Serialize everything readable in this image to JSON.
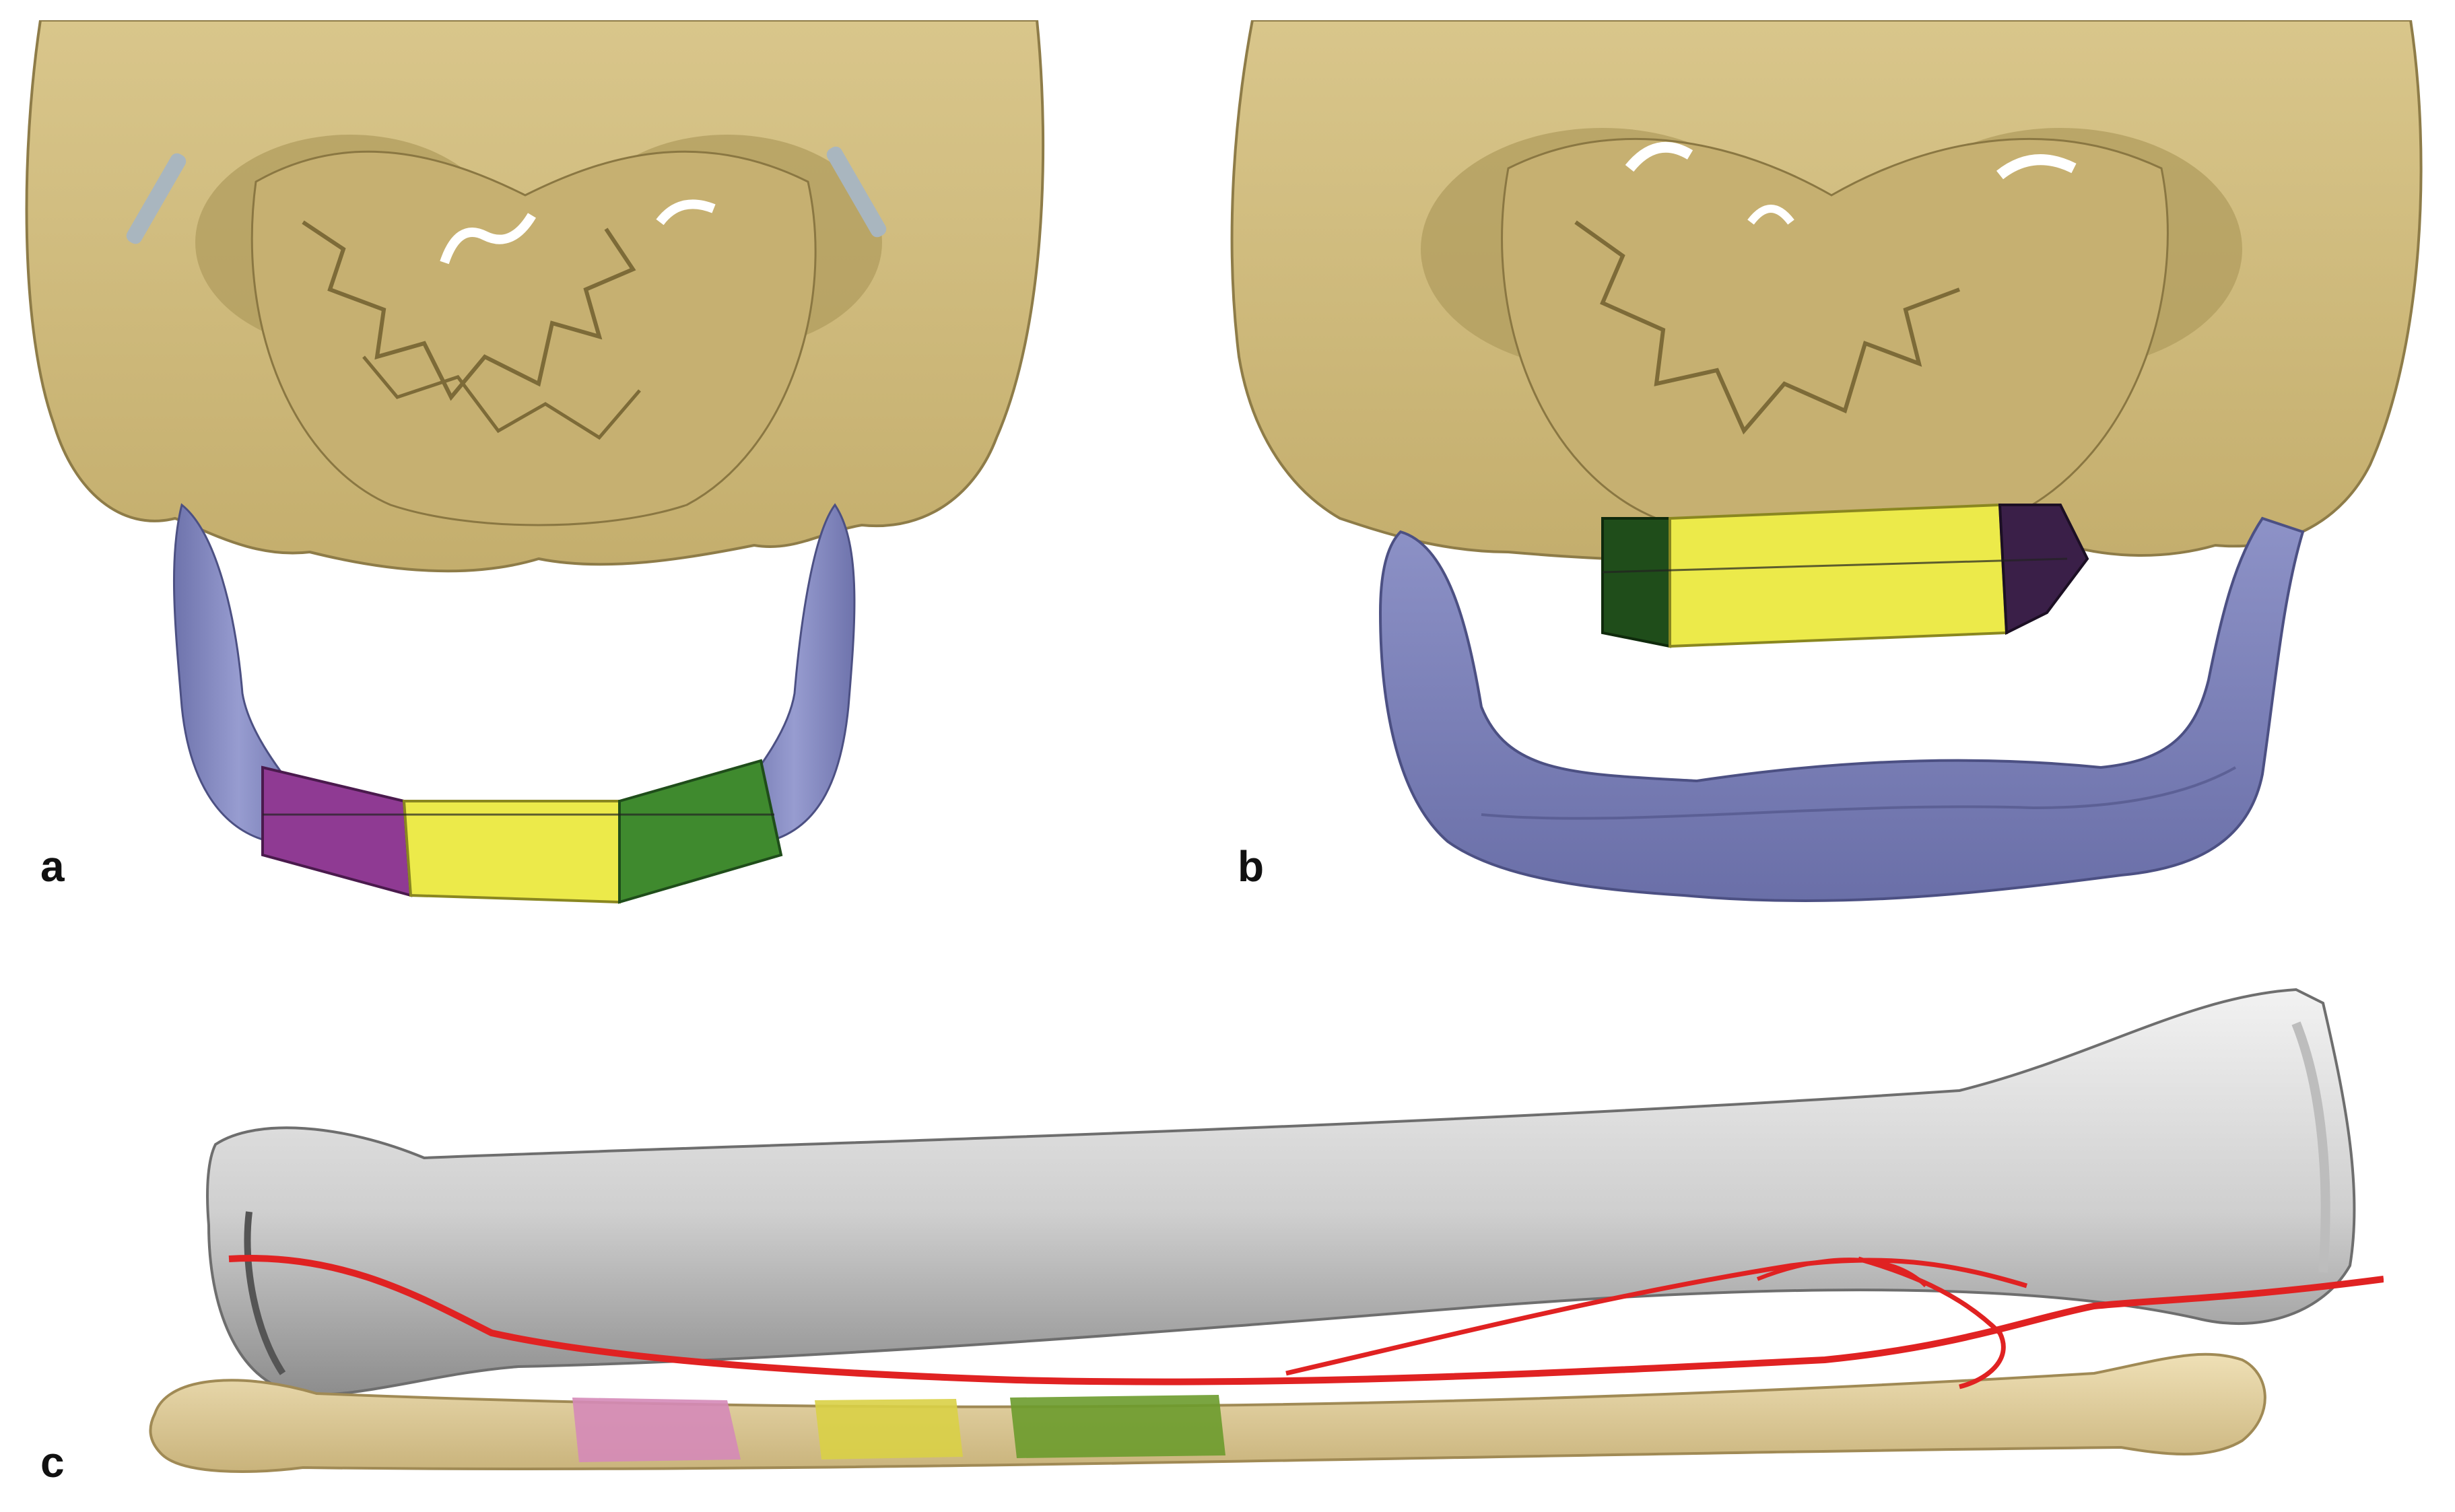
{
  "figure": {
    "panels": [
      {
        "label": "a"
      },
      {
        "label": "b"
      },
      {
        "label": "c"
      }
    ]
  },
  "colors": {
    "skull": "#d8c487",
    "skull_shadow": "#9d8a52",
    "mandible": "#8e93c7",
    "mandible_shadow": "#5f639a",
    "segment_purple": "#8f3a93",
    "segment_yellow": "#ecea4a",
    "segment_green": "#3f8a2e",
    "segment_dark_green": "#1f4d1a",
    "segment_dark_purple": "#3a1f48",
    "tibia": "#dcdcdc",
    "tibia_shadow": "#8d8d8d",
    "fibula": "#e5d3a3",
    "artery": "#e02222",
    "fibula_segment_pink": "#d58ab8",
    "fibula_segment_yellow": "#d9d046",
    "fibula_segment_green": "#6c9b2c"
  }
}
